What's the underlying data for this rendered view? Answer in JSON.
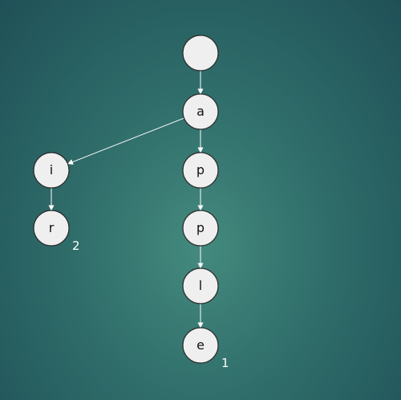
{
  "diagram": {
    "type": "trie",
    "nodes": [
      {
        "id": "root",
        "label": "",
        "count": ""
      },
      {
        "id": "a",
        "label": "a",
        "count": ""
      },
      {
        "id": "i",
        "label": "i",
        "count": ""
      },
      {
        "id": "r",
        "label": "r",
        "count": "2"
      },
      {
        "id": "p1",
        "label": "p",
        "count": ""
      },
      {
        "id": "p2",
        "label": "p",
        "count": ""
      },
      {
        "id": "l",
        "label": "l",
        "count": ""
      },
      {
        "id": "e",
        "label": "e",
        "count": "1"
      }
    ],
    "edges": [
      {
        "from": "root",
        "to": "a"
      },
      {
        "from": "a",
        "to": "i"
      },
      {
        "from": "a",
        "to": "p1"
      },
      {
        "from": "i",
        "to": "r"
      },
      {
        "from": "p1",
        "to": "p2"
      },
      {
        "from": "p2",
        "to": "l"
      },
      {
        "from": "l",
        "to": "e"
      }
    ]
  },
  "colors": {
    "node_fill": "#efefef",
    "node_stroke": "#2b2b2b",
    "edge": "#ffffff",
    "background": "#2f6d6a"
  }
}
